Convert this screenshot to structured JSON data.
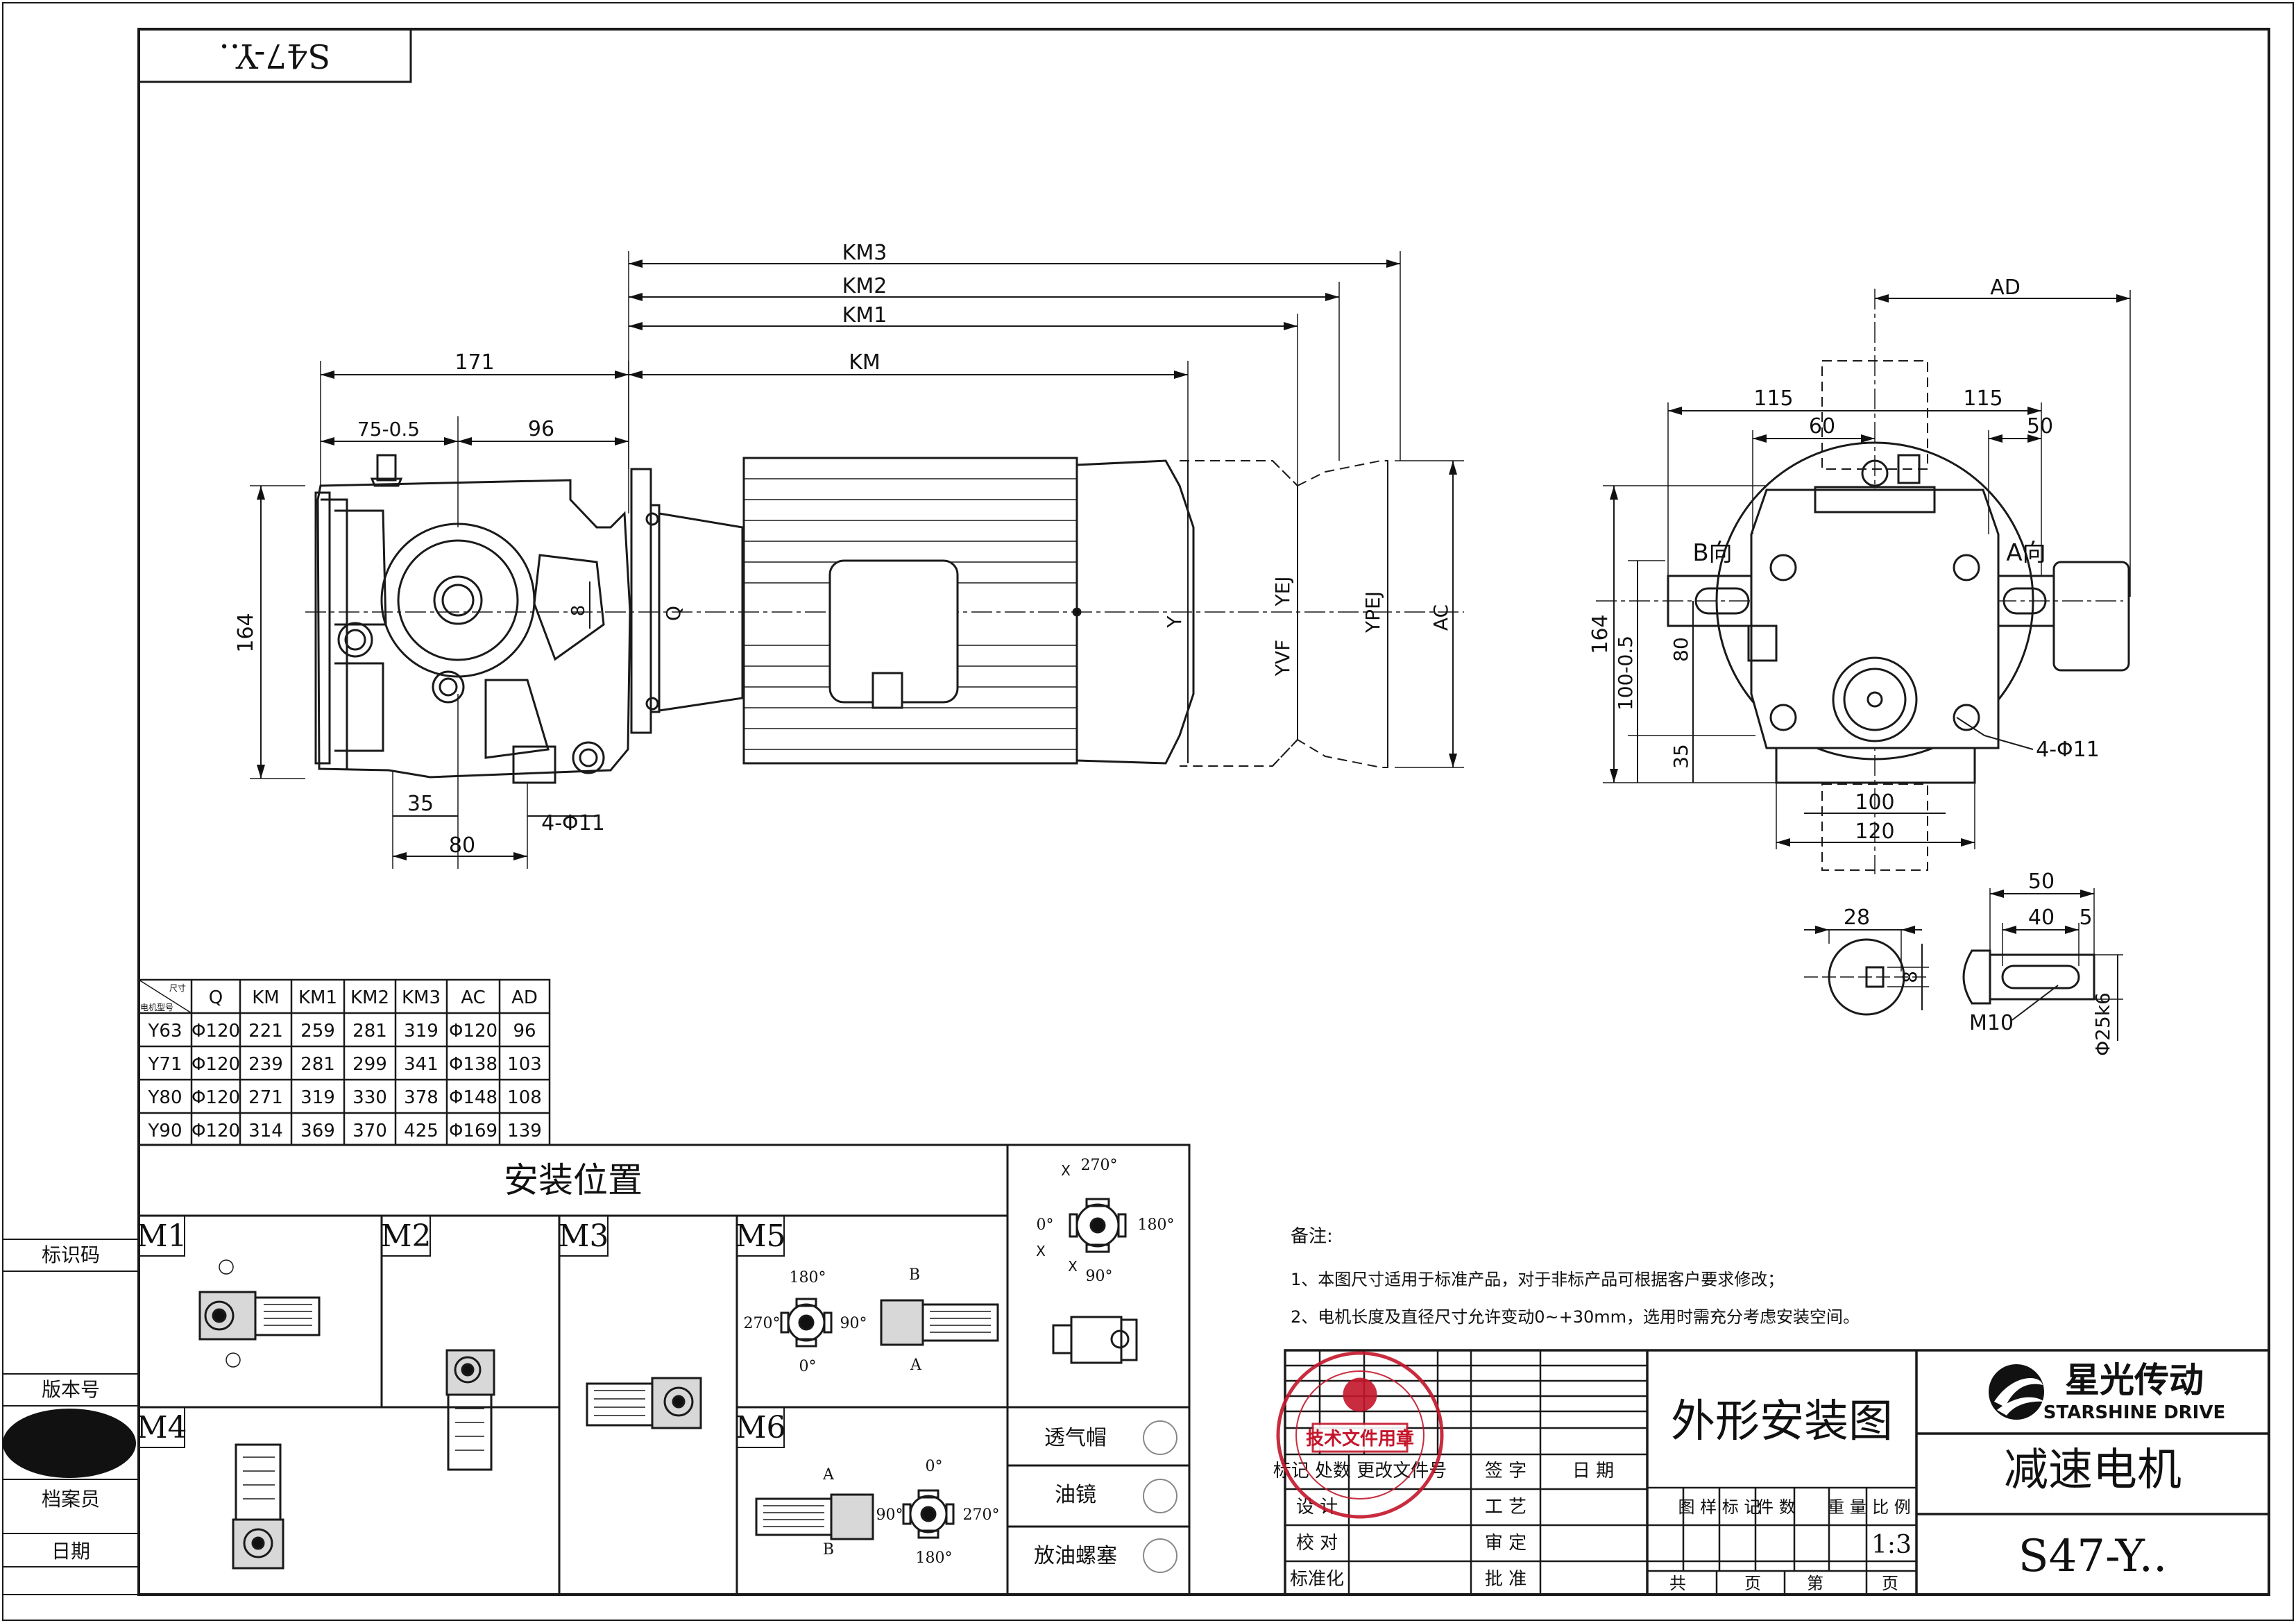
{
  "drawing": {
    "code_flipped": "S47-Y..",
    "title_cn": "外形安装图",
    "product_cn": "减速电机",
    "model": "S47-Y..",
    "scale": "1:3",
    "brand_cn": "星光传动",
    "brand_en": "STARSHINE DRIVE"
  },
  "left_panel": {
    "label_id": "标识码",
    "label_version": "版本号",
    "label_archivist": "档案员",
    "label_date": "日期"
  },
  "dims_side": {
    "km3": "KM3",
    "km2": "KM2",
    "km1": "KM1",
    "km": "KM",
    "d171": "171",
    "d75": "75-0.5",
    "d96": "96",
    "d164": "164",
    "d8": "8",
    "q": "Q",
    "y": "Y",
    "yej": "YEJ",
    "yvf": "YVF",
    "ypej": "YPEJ",
    "ac": "AC",
    "d35": "35",
    "d80": "80",
    "holes": "4-Φ11"
  },
  "dims_front": {
    "ad": "AD",
    "d115a": "115",
    "d115b": "115",
    "d60": "60",
    "d50": "50",
    "b_dir": "B向",
    "a_dir": "A向",
    "d164": "164",
    "d100": "100-0.5",
    "d80": "80",
    "d35": "35",
    "holes": "4-Φ11",
    "d100b": "100",
    "d120": "120"
  },
  "dims_shaft": {
    "d28": "28",
    "d8": "8",
    "d50": "50",
    "d40": "40",
    "d5": "5",
    "thread": "M10",
    "shaft": "Φ25k6"
  },
  "spec_table": {
    "corner_top": "尺寸",
    "corner_bottom": "电机型号",
    "headers": [
      "Q",
      "KM",
      "KM1",
      "KM2",
      "KM3",
      "AC",
      "AD"
    ],
    "rows": [
      [
        "Y63",
        "Φ120",
        "221",
        "259",
        "281",
        "319",
        "Φ120",
        "96"
      ],
      [
        "Y71",
        "Φ120",
        "239",
        "281",
        "299",
        "341",
        "Φ138",
        "103"
      ],
      [
        "Y80",
        "Φ120",
        "271",
        "319",
        "330",
        "378",
        "Φ148",
        "108"
      ],
      [
        "Y90",
        "Φ120",
        "314",
        "369",
        "370",
        "425",
        "Φ169",
        "139"
      ]
    ]
  },
  "mounting": {
    "title": "安装位置",
    "positions": [
      "M1",
      "M2",
      "M3",
      "M5",
      "M4",
      "M6"
    ],
    "m5_angles": [
      "180°",
      "270°",
      "90°",
      "0°",
      "B",
      "A"
    ],
    "m6_angles": [
      "A",
      "0°",
      "90°",
      "270°",
      "180°",
      "B"
    ],
    "orient": [
      "270°",
      "0°",
      "180°",
      "90°",
      "X",
      "X",
      "X"
    ],
    "legend": [
      "透气帽",
      "油镜",
      "放油螺塞"
    ]
  },
  "notes": {
    "title": "备注:",
    "line1": "1、本图尺寸适用于标准产品，对于非标产品可根据客户要求修改；",
    "line2": "2、电机长度及直径尺寸允许变动0~+30mm，选用时需充分考虑安装空间。"
  },
  "stamp": {
    "text": "技术文件用章",
    "colors": {
      "stamp": "#c4162b",
      "line": "#1a1a1a"
    }
  },
  "title_block": {
    "row_label": "标记 处数 更改文件号",
    "sign": "签 字",
    "date": "日 期",
    "design": "设 计",
    "check": "校 对",
    "standard": "标准化",
    "process": "工 艺",
    "review": "审 定",
    "approve": "批 准",
    "cols": [
      "图 样 标 记",
      "件 数",
      "重 量",
      "比 例"
    ],
    "total": "共",
    "page": "页",
    "no": "第",
    "page2": "页"
  }
}
